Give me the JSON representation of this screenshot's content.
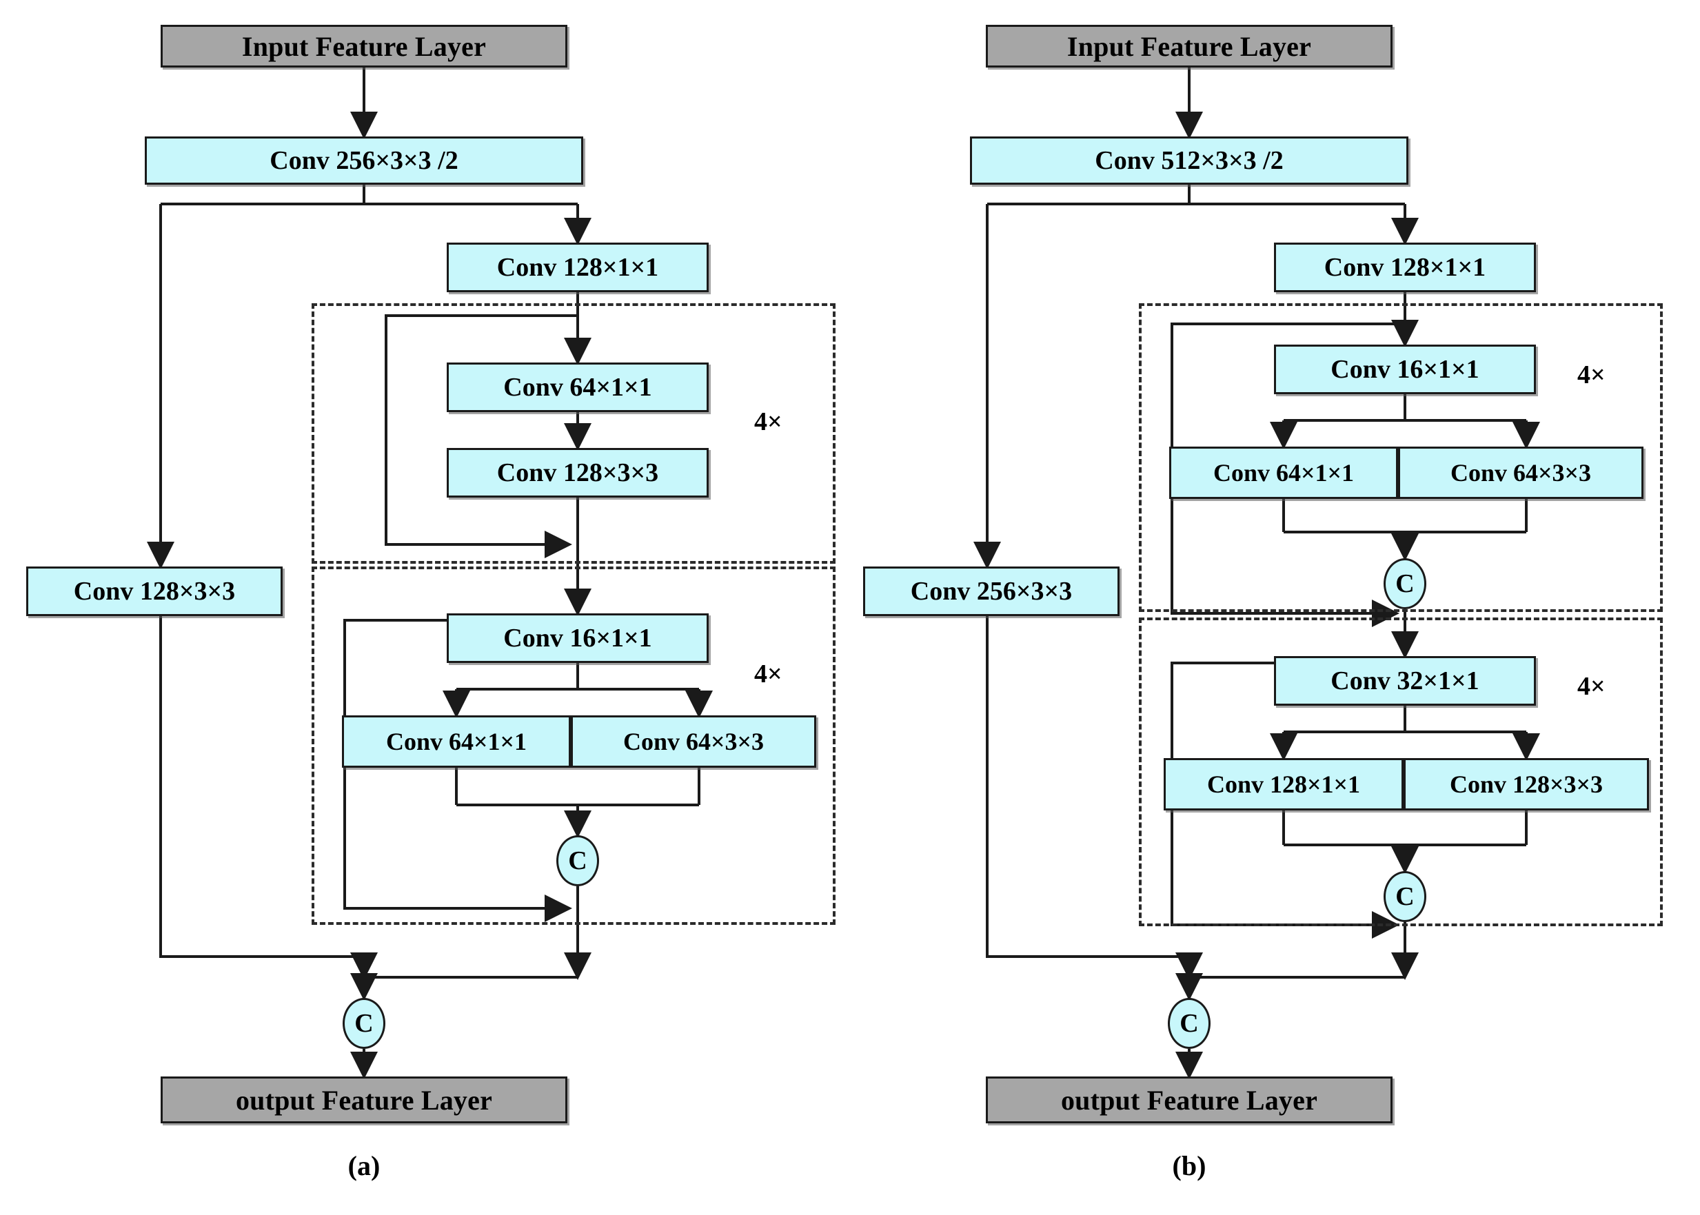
{
  "figure": {
    "panels": [
      {
        "id": "a",
        "caption": "(a)",
        "input_label": "Input Feature Layer",
        "stem": "Conv 256×3×3 /2",
        "branch_conv": "Conv 128×3×3",
        "neck": "Conv 128×1×1",
        "concat_label": "C",
        "output_label": "output Feature Layer",
        "blocks": [
          {
            "repeat": "4×",
            "type": "residual-serial",
            "layers": [
              "Conv 64×1×1",
              "Conv 128×3×3"
            ]
          },
          {
            "repeat": "4×",
            "type": "split-concat",
            "head": "Conv 16×1×1",
            "left": "Conv 64×1×1",
            "right": "Conv 64×3×3",
            "concat_label": "C"
          }
        ]
      },
      {
        "id": "b",
        "caption": "(b)",
        "input_label": "Input Feature Layer",
        "stem": "Conv 512×3×3 /2",
        "branch_conv": "Conv 256×3×3",
        "neck": "Conv 128×1×1",
        "concat_label": "C",
        "output_label": "output Feature Layer",
        "blocks": [
          {
            "repeat": "4×",
            "type": "split-concat",
            "head": "Conv 16×1×1",
            "left": "Conv 64×1×1",
            "right": "Conv 64×3×3",
            "concat_label": "C"
          },
          {
            "repeat": "4×",
            "type": "split-concat",
            "head": "Conv 32×1×1",
            "left": "Conv 128×1×1",
            "right": "Conv 128×3×3",
            "concat_label": "C"
          }
        ]
      }
    ],
    "colors": {
      "conv_fill": "#c8f7fb",
      "io_fill": "#a6a6a6",
      "stroke": "#1a1a1a",
      "dashed_stroke": "#2b2b2b",
      "background": "#ffffff"
    }
  }
}
